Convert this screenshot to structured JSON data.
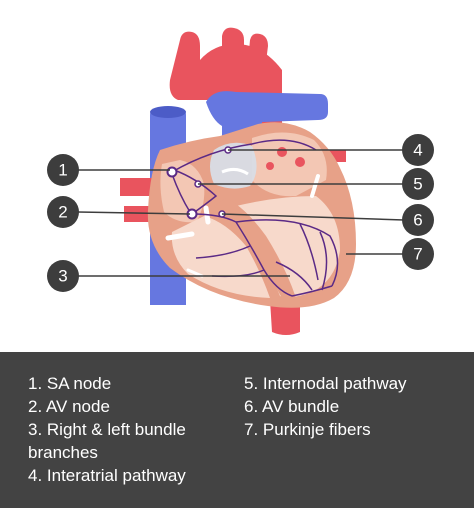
{
  "colors": {
    "artery": "#e9545e",
    "vein": "#6677e0",
    "muscle": "#e7a188",
    "muscle_light": "#f3c7b4",
    "chamber": "#f7d9cb",
    "conduction": "#5b2a86",
    "marker_fill": "#3d3d3d",
    "legend_bg": "#434343"
  },
  "markers": [
    {
      "number": "1"
    },
    {
      "number": "2"
    },
    {
      "number": "3"
    },
    {
      "number": "4"
    },
    {
      "number": "5"
    },
    {
      "number": "6"
    },
    {
      "number": "7"
    }
  ],
  "legend": {
    "left": [
      "1. SA node",
      "2. AV node",
      "3. Right & left bundle branches",
      "4. Interatrial pathway"
    ],
    "right": [
      "5. Internodal pathway",
      "6. AV bundle",
      "7. Purkinje fibers"
    ]
  }
}
